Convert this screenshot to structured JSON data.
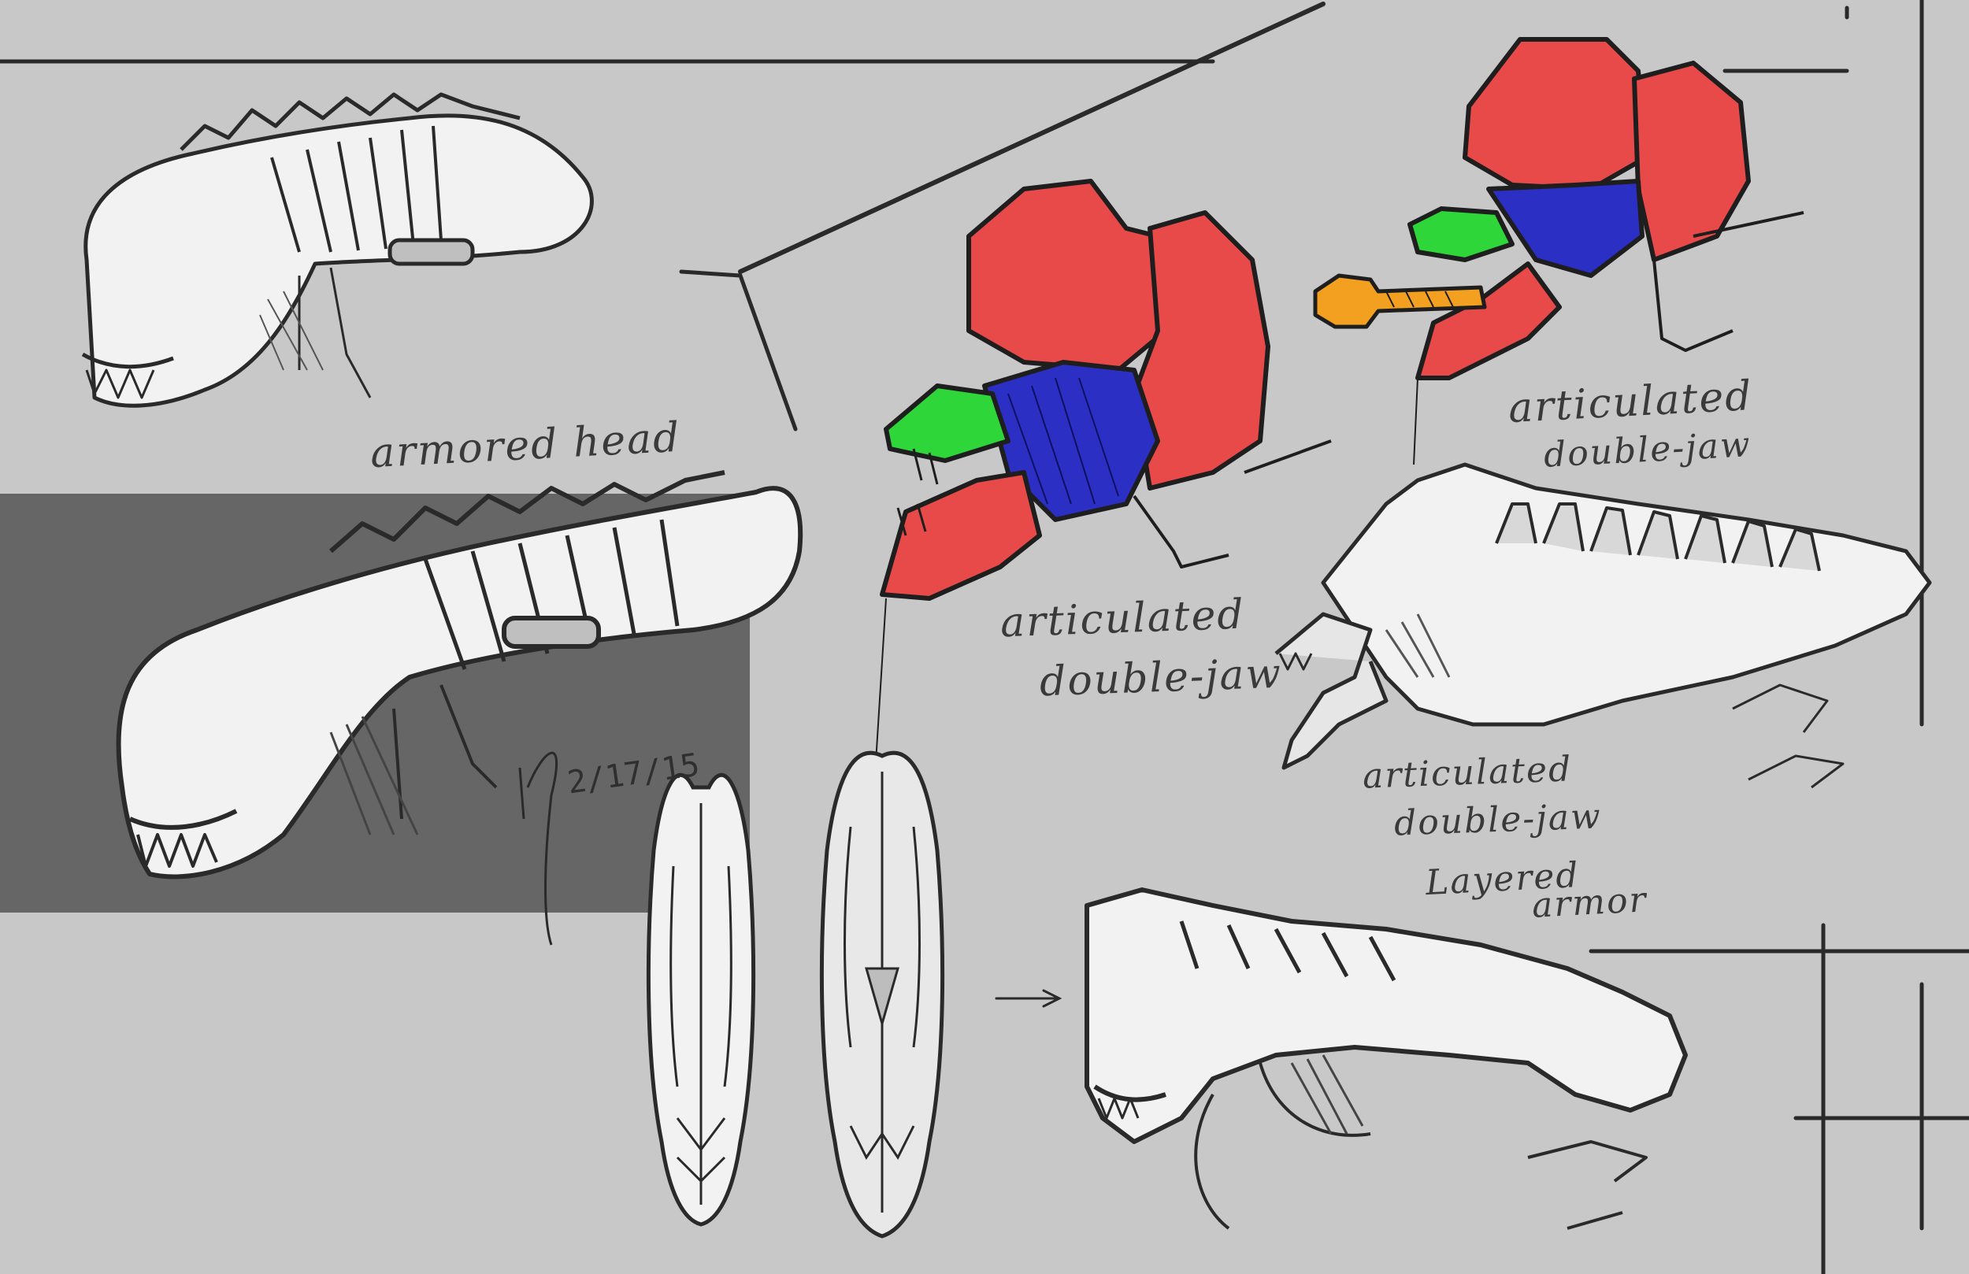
{
  "labels": {
    "armored_head": "armored head",
    "articulated_1_line1": "articulated",
    "articulated_1_line2": "double-jaw",
    "articulated_2_line1": "articulated",
    "articulated_2_line2": "double-jaw",
    "articulated_3_line1": "articulated",
    "articulated_3_line2": "double-jaw",
    "layered_armor_line1": "Layered",
    "layered_armor_line2": "armor",
    "signature_date": "2/17/15"
  },
  "colors": {
    "background": "#c8c8c8",
    "dark_panel": "#666666",
    "ink": "#2a2a2a",
    "skin": "#f2f2f2",
    "shade": "#d2d2d2",
    "armor_red": "#e84a4a",
    "jaw_blue": "#2c2fc4",
    "plate_green": "#2fd63a",
    "inner_jaw_orange": "#f3a020"
  }
}
